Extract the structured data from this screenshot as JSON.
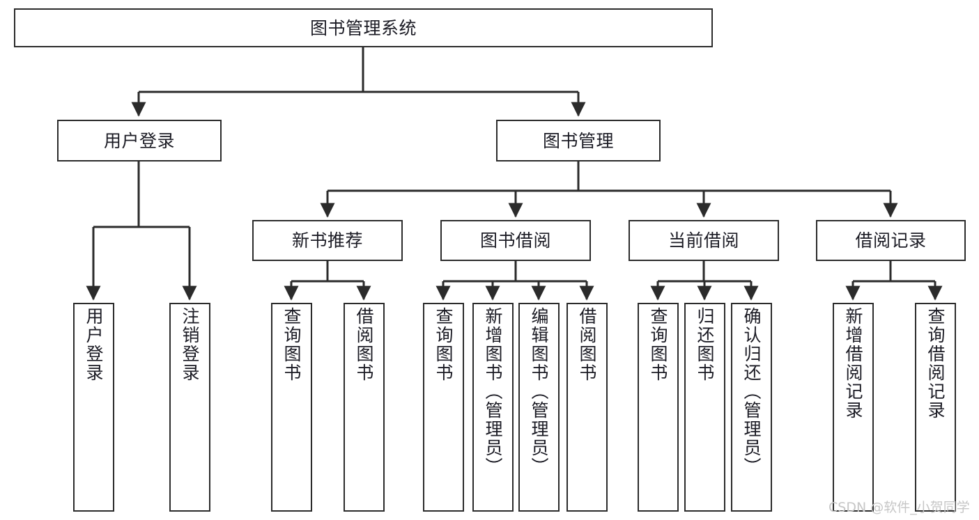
{
  "diagram": {
    "title": "图书管理系统",
    "type": "tree-hierarchy-chart",
    "orientation": "top-down",
    "colors": {
      "box_border": "#2b2b2b",
      "box_fill": "#ffffff",
      "edge": "#2b2b2b",
      "text": "#1b1b24",
      "background": "#ffffff",
      "watermark": "#c6c6c6"
    }
  },
  "nodes": {
    "root": {
      "label": "图书管理系统"
    },
    "level2": [
      {
        "id": "user-login",
        "label": "用户登录"
      },
      {
        "id": "book-manage",
        "label": "图书管理"
      }
    ],
    "level3": [
      {
        "id": "new-book-recommend",
        "label": "新书推荐"
      },
      {
        "id": "book-borrow",
        "label": "图书借阅"
      },
      {
        "id": "current-borrow",
        "label": "当前借阅"
      },
      {
        "id": "borrow-record",
        "label": "借阅记录"
      }
    ],
    "leaves": {
      "user_login": [
        {
          "id": "leaf-user-login",
          "label": "用户登录"
        },
        {
          "id": "leaf-logout-login",
          "label": "注销登录"
        }
      ],
      "new_book_recommend": [
        {
          "id": "leaf-query-book-1",
          "label": "查询图书"
        },
        {
          "id": "leaf-borrow-book-1",
          "label": "借阅图书"
        }
      ],
      "book_borrow": [
        {
          "id": "leaf-query-book-2",
          "label": "查询图书"
        },
        {
          "id": "leaf-add-book",
          "label": "新增图书（管理员）"
        },
        {
          "id": "leaf-edit-book",
          "label": "编辑图书（管理员）"
        },
        {
          "id": "leaf-borrow-book-2",
          "label": "借阅图书"
        }
      ],
      "current_borrow": [
        {
          "id": "leaf-query-book-3",
          "label": "查询图书"
        },
        {
          "id": "leaf-return-book",
          "label": "归还图书"
        },
        {
          "id": "leaf-confirm-return",
          "label": "确认归还（管理员）"
        }
      ],
      "borrow_record": [
        {
          "id": "leaf-add-record",
          "label": "新增借阅记录"
        },
        {
          "id": "leaf-query-record",
          "label": "查询借阅记录"
        }
      ]
    }
  },
  "watermark": {
    "text": "CSDN @软件_小贺同学"
  }
}
